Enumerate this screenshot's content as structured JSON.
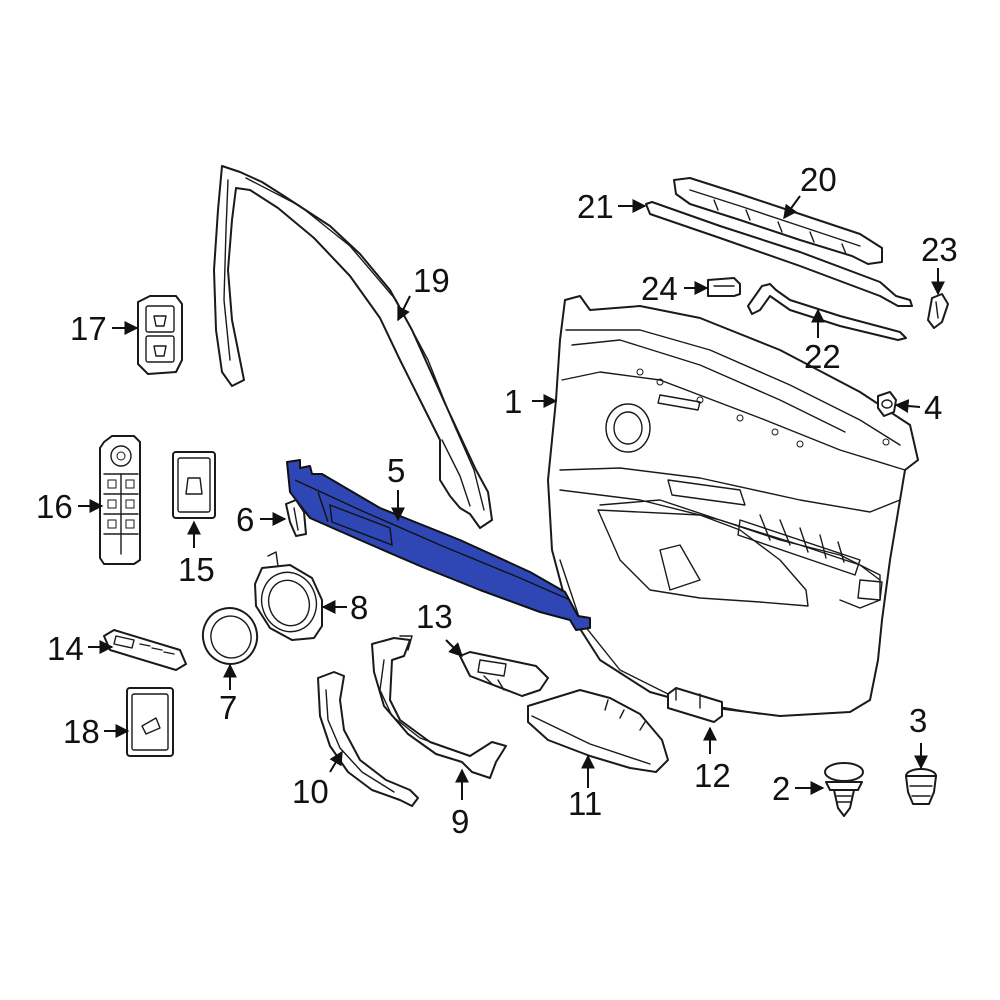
{
  "diagram": {
    "highlight_color": "#2f47b5",
    "highlighted_part": "5",
    "callouts": [
      {
        "id": "c1",
        "label": "1"
      },
      {
        "id": "c2",
        "label": "2"
      },
      {
        "id": "c3",
        "label": "3"
      },
      {
        "id": "c4",
        "label": "4"
      },
      {
        "id": "c5",
        "label": "5"
      },
      {
        "id": "c6",
        "label": "6"
      },
      {
        "id": "c7",
        "label": "7"
      },
      {
        "id": "c8",
        "label": "8"
      },
      {
        "id": "c9",
        "label": "9"
      },
      {
        "id": "c10",
        "label": "10"
      },
      {
        "id": "c11",
        "label": "11"
      },
      {
        "id": "c12",
        "label": "12"
      },
      {
        "id": "c13",
        "label": "13"
      },
      {
        "id": "c14",
        "label": "14"
      },
      {
        "id": "c15",
        "label": "15"
      },
      {
        "id": "c16",
        "label": "16"
      },
      {
        "id": "c17",
        "label": "17"
      },
      {
        "id": "c18",
        "label": "18"
      },
      {
        "id": "c19",
        "label": "19"
      },
      {
        "id": "c20",
        "label": "20"
      },
      {
        "id": "c21",
        "label": "21"
      },
      {
        "id": "c22",
        "label": "22"
      },
      {
        "id": "c23",
        "label": "23"
      },
      {
        "id": "c24",
        "label": "24"
      }
    ]
  }
}
